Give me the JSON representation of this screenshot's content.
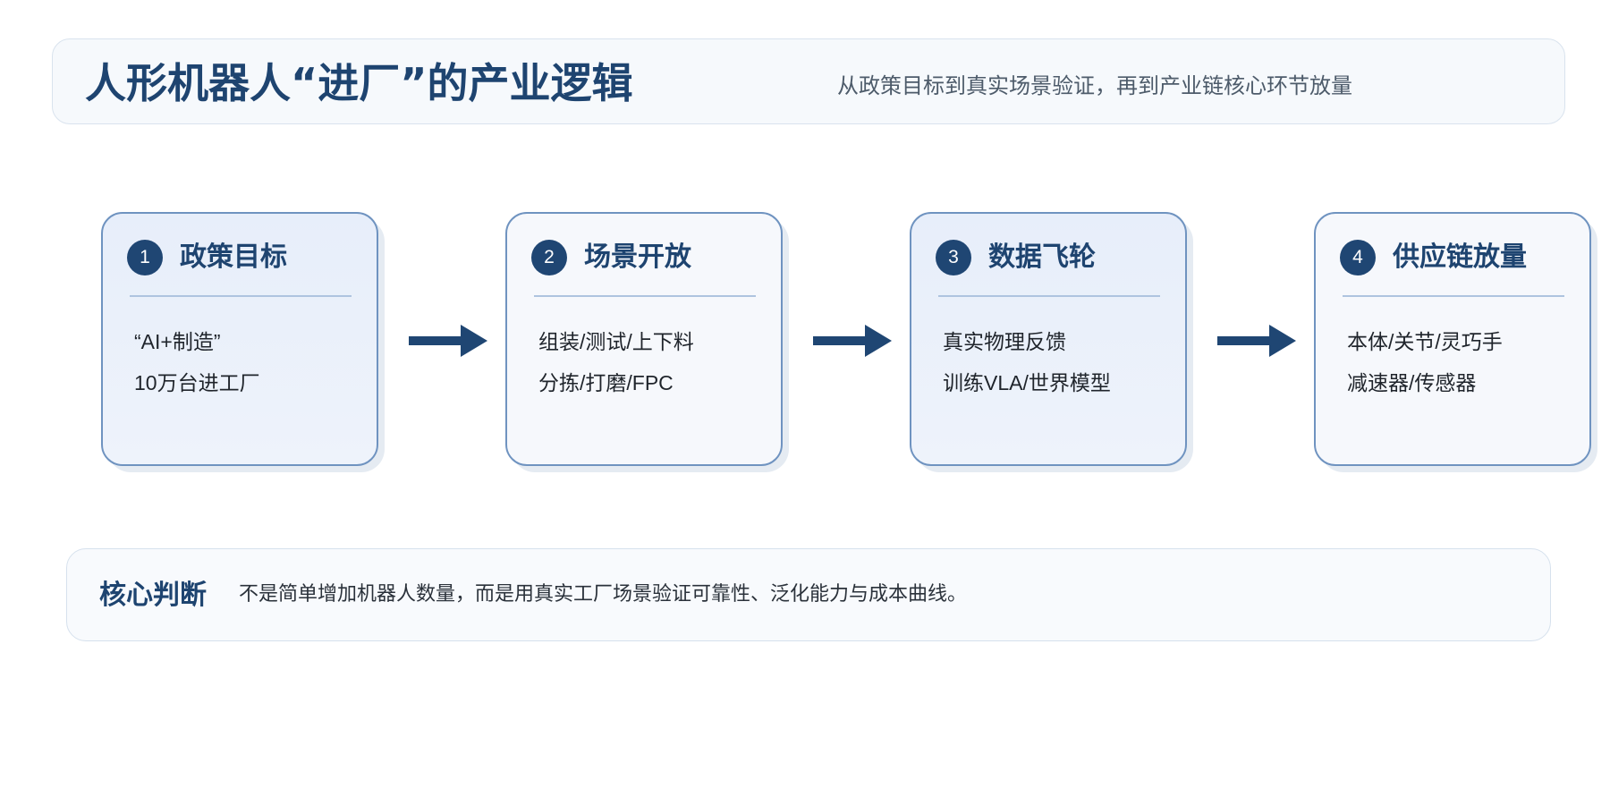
{
  "header": {
    "title": "人形机器人“进厂”的产业逻辑",
    "subtitle": "从政策目标到真实场景验证，再到产业链核心环节放量"
  },
  "steps": [
    {
      "number": "1",
      "title": "政策目标",
      "lines": [
        "“AI+制造”",
        "10万台进工厂"
      ]
    },
    {
      "number": "2",
      "title": "场景开放",
      "lines": [
        "组装/测试/上下料",
        "分拣/打磨/FPC"
      ]
    },
    {
      "number": "3",
      "title": "数据飞轮",
      "lines": [
        "真实物理反馈",
        "训练VLA/世界模型"
      ]
    },
    {
      "number": "4",
      "title": "供应链放量",
      "lines": [
        "本体/关节/灵巧手",
        "减速器/传感器"
      ]
    }
  ],
  "judgement": {
    "label": "核心判断",
    "text": "不是简单增加机器人数量，而是用真实工厂场景验证可靠性、泛化能力与成本曲线。"
  },
  "colors": {
    "accent": "#1f4673",
    "card_border": "#6f93c0",
    "card_tint": "#e7eefa",
    "card_plain": "#f6f8fc"
  }
}
